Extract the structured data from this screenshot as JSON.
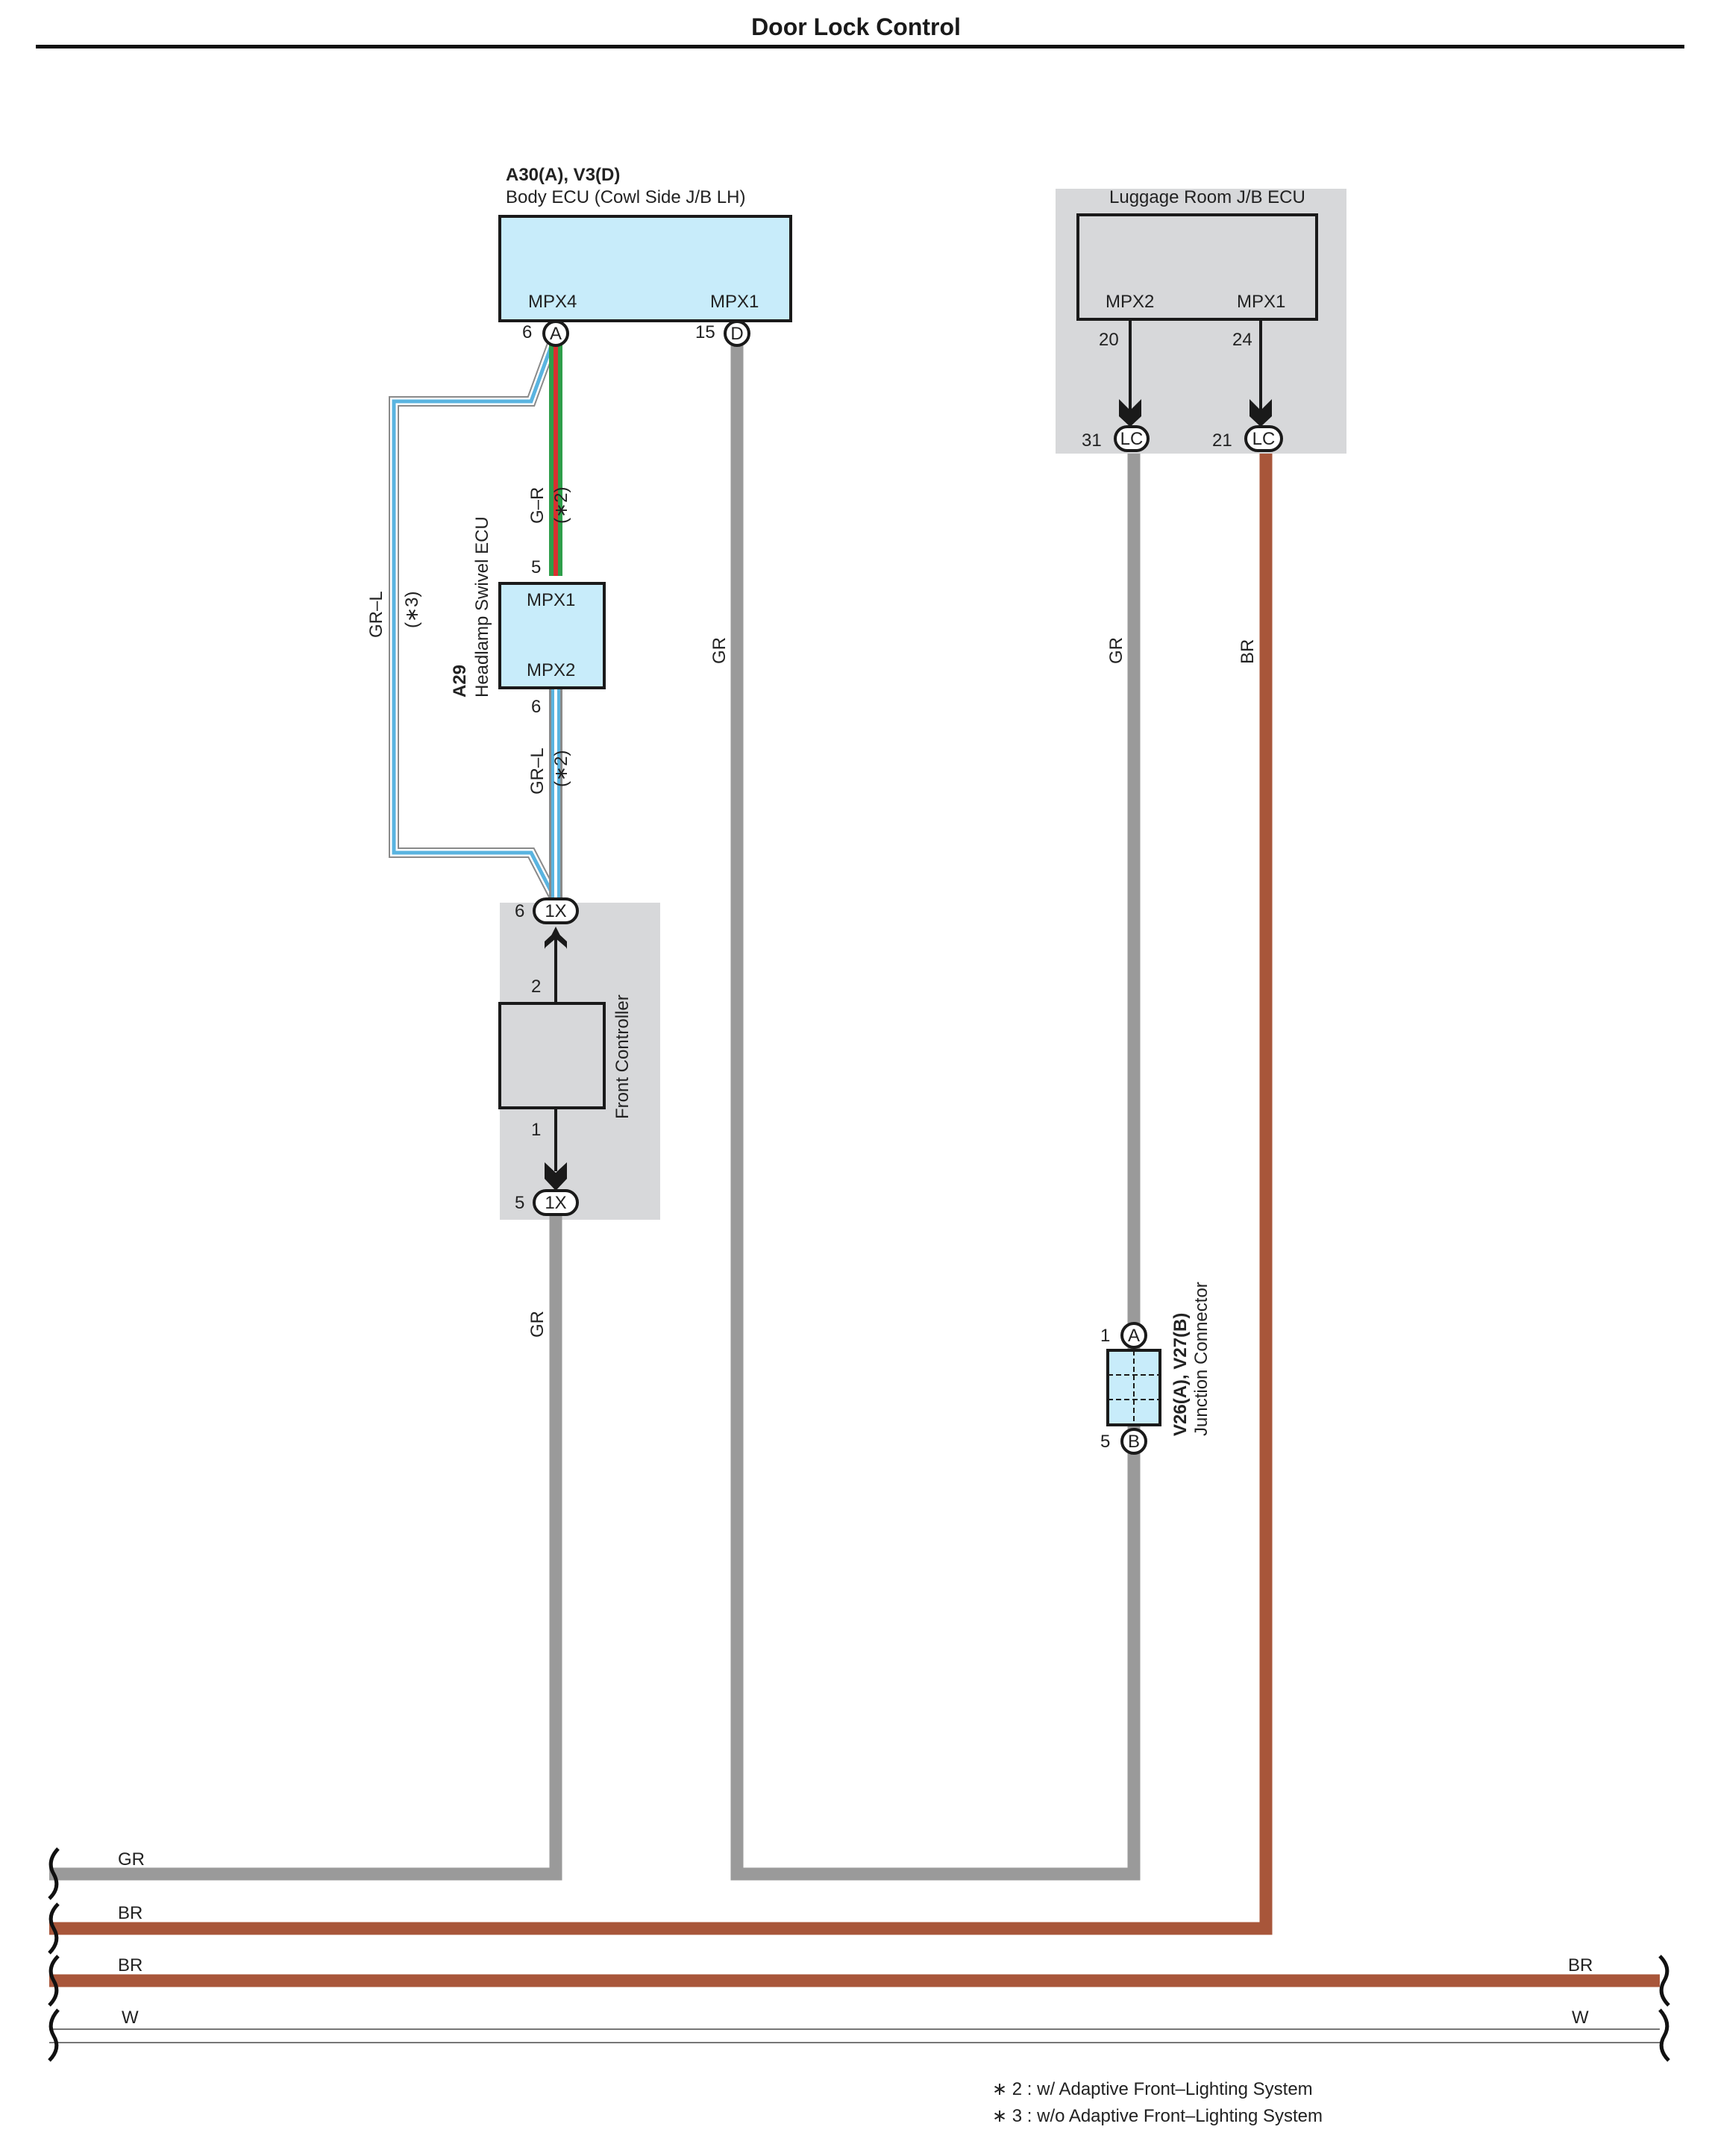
{
  "title": "Door Lock Control",
  "colors": {
    "gray_wire": "#9a9a9a",
    "brown_wire": "#a8563a",
    "blue_wire": "#5ab4e0",
    "green_wire": "#2e9e4a",
    "red_wire": "#d93030",
    "ecu_fill": "#c8ecfa",
    "shade": "#d7d8da"
  },
  "components": {
    "body_ecu": {
      "code": "A30(A), V3(D)",
      "name": "Body ECU (Cowl Side J/B LH)",
      "terminals": [
        {
          "label": "MPX4",
          "pin": "6",
          "connector": "A"
        },
        {
          "label": "MPX1",
          "pin": "15",
          "connector": "D"
        }
      ]
    },
    "luggage_ecu": {
      "name": "Luggage Room J/B ECU",
      "terminals": [
        {
          "label": "MPX2",
          "pin": "20",
          "conn_pin": "31",
          "connector": "LC"
        },
        {
          "label": "MPX1",
          "pin": "24",
          "conn_pin": "21",
          "connector": "LC"
        }
      ]
    },
    "headlamp_ecu": {
      "code": "A29",
      "name": "Headlamp Swivel ECU",
      "terminals": [
        {
          "label": "MPX1",
          "pin": "5"
        },
        {
          "label": "MPX2",
          "pin": "6"
        }
      ]
    },
    "front_controller": {
      "name": "Front Controller",
      "pins": {
        "upper": "2",
        "lower": "1"
      },
      "connector_top": {
        "pin": "6",
        "connector": "1X"
      },
      "connector_bottom": {
        "pin": "5",
        "connector": "1X"
      }
    },
    "junction_connector": {
      "code": "V26(A), V27(B)",
      "name": "Junction Connector",
      "top": {
        "pin": "1",
        "connector": "A"
      },
      "bottom": {
        "pin": "5",
        "connector": "B"
      }
    }
  },
  "wires": {
    "g_r": "G–R",
    "gr_l_top": "GR–L",
    "gr_l_loop": "GR–L",
    "gr_front": "GR",
    "gr_body": "GR",
    "gr_luggage": "GR",
    "br_luggage": "BR",
    "note_2_top": "(∗2)",
    "note_2_bottom": "(∗2)",
    "note_3": "(∗3)"
  },
  "bus": {
    "gr": "GR",
    "br1": "BR",
    "br2_left": "BR",
    "br2_right": "BR",
    "w_left": "W",
    "w_right": "W"
  },
  "notes": [
    "∗ 2 : w/ Adaptive Front–Lighting System",
    "∗ 3 : w/o Adaptive Front–Lighting System"
  ]
}
